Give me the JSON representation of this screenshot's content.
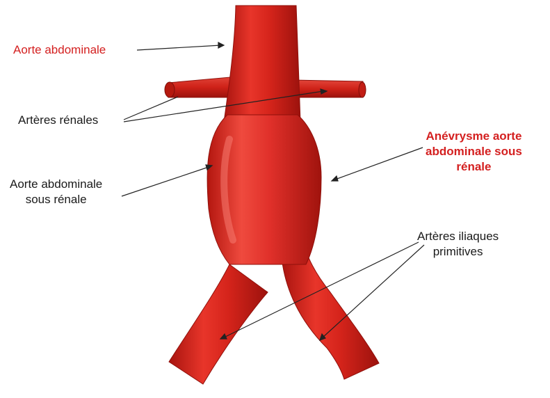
{
  "labels": {
    "aorte_abdominale": "Aorte abdominale",
    "arteres_renales": "Artères rénales",
    "aorte_sous_renale": [
      "Aorte abdominale",
      "sous rénale"
    ],
    "anevrysme": [
      "Anévrysme aorte",
      "abdominale sous",
      "rénale"
    ],
    "arteres_iliaques": [
      "Artères iliaques",
      "primitives"
    ]
  },
  "colors": {
    "highlight_label": "#d42020",
    "artery": "#d8271e",
    "artery_dark": "#a5140f",
    "artery_light": "#f0564a"
  }
}
